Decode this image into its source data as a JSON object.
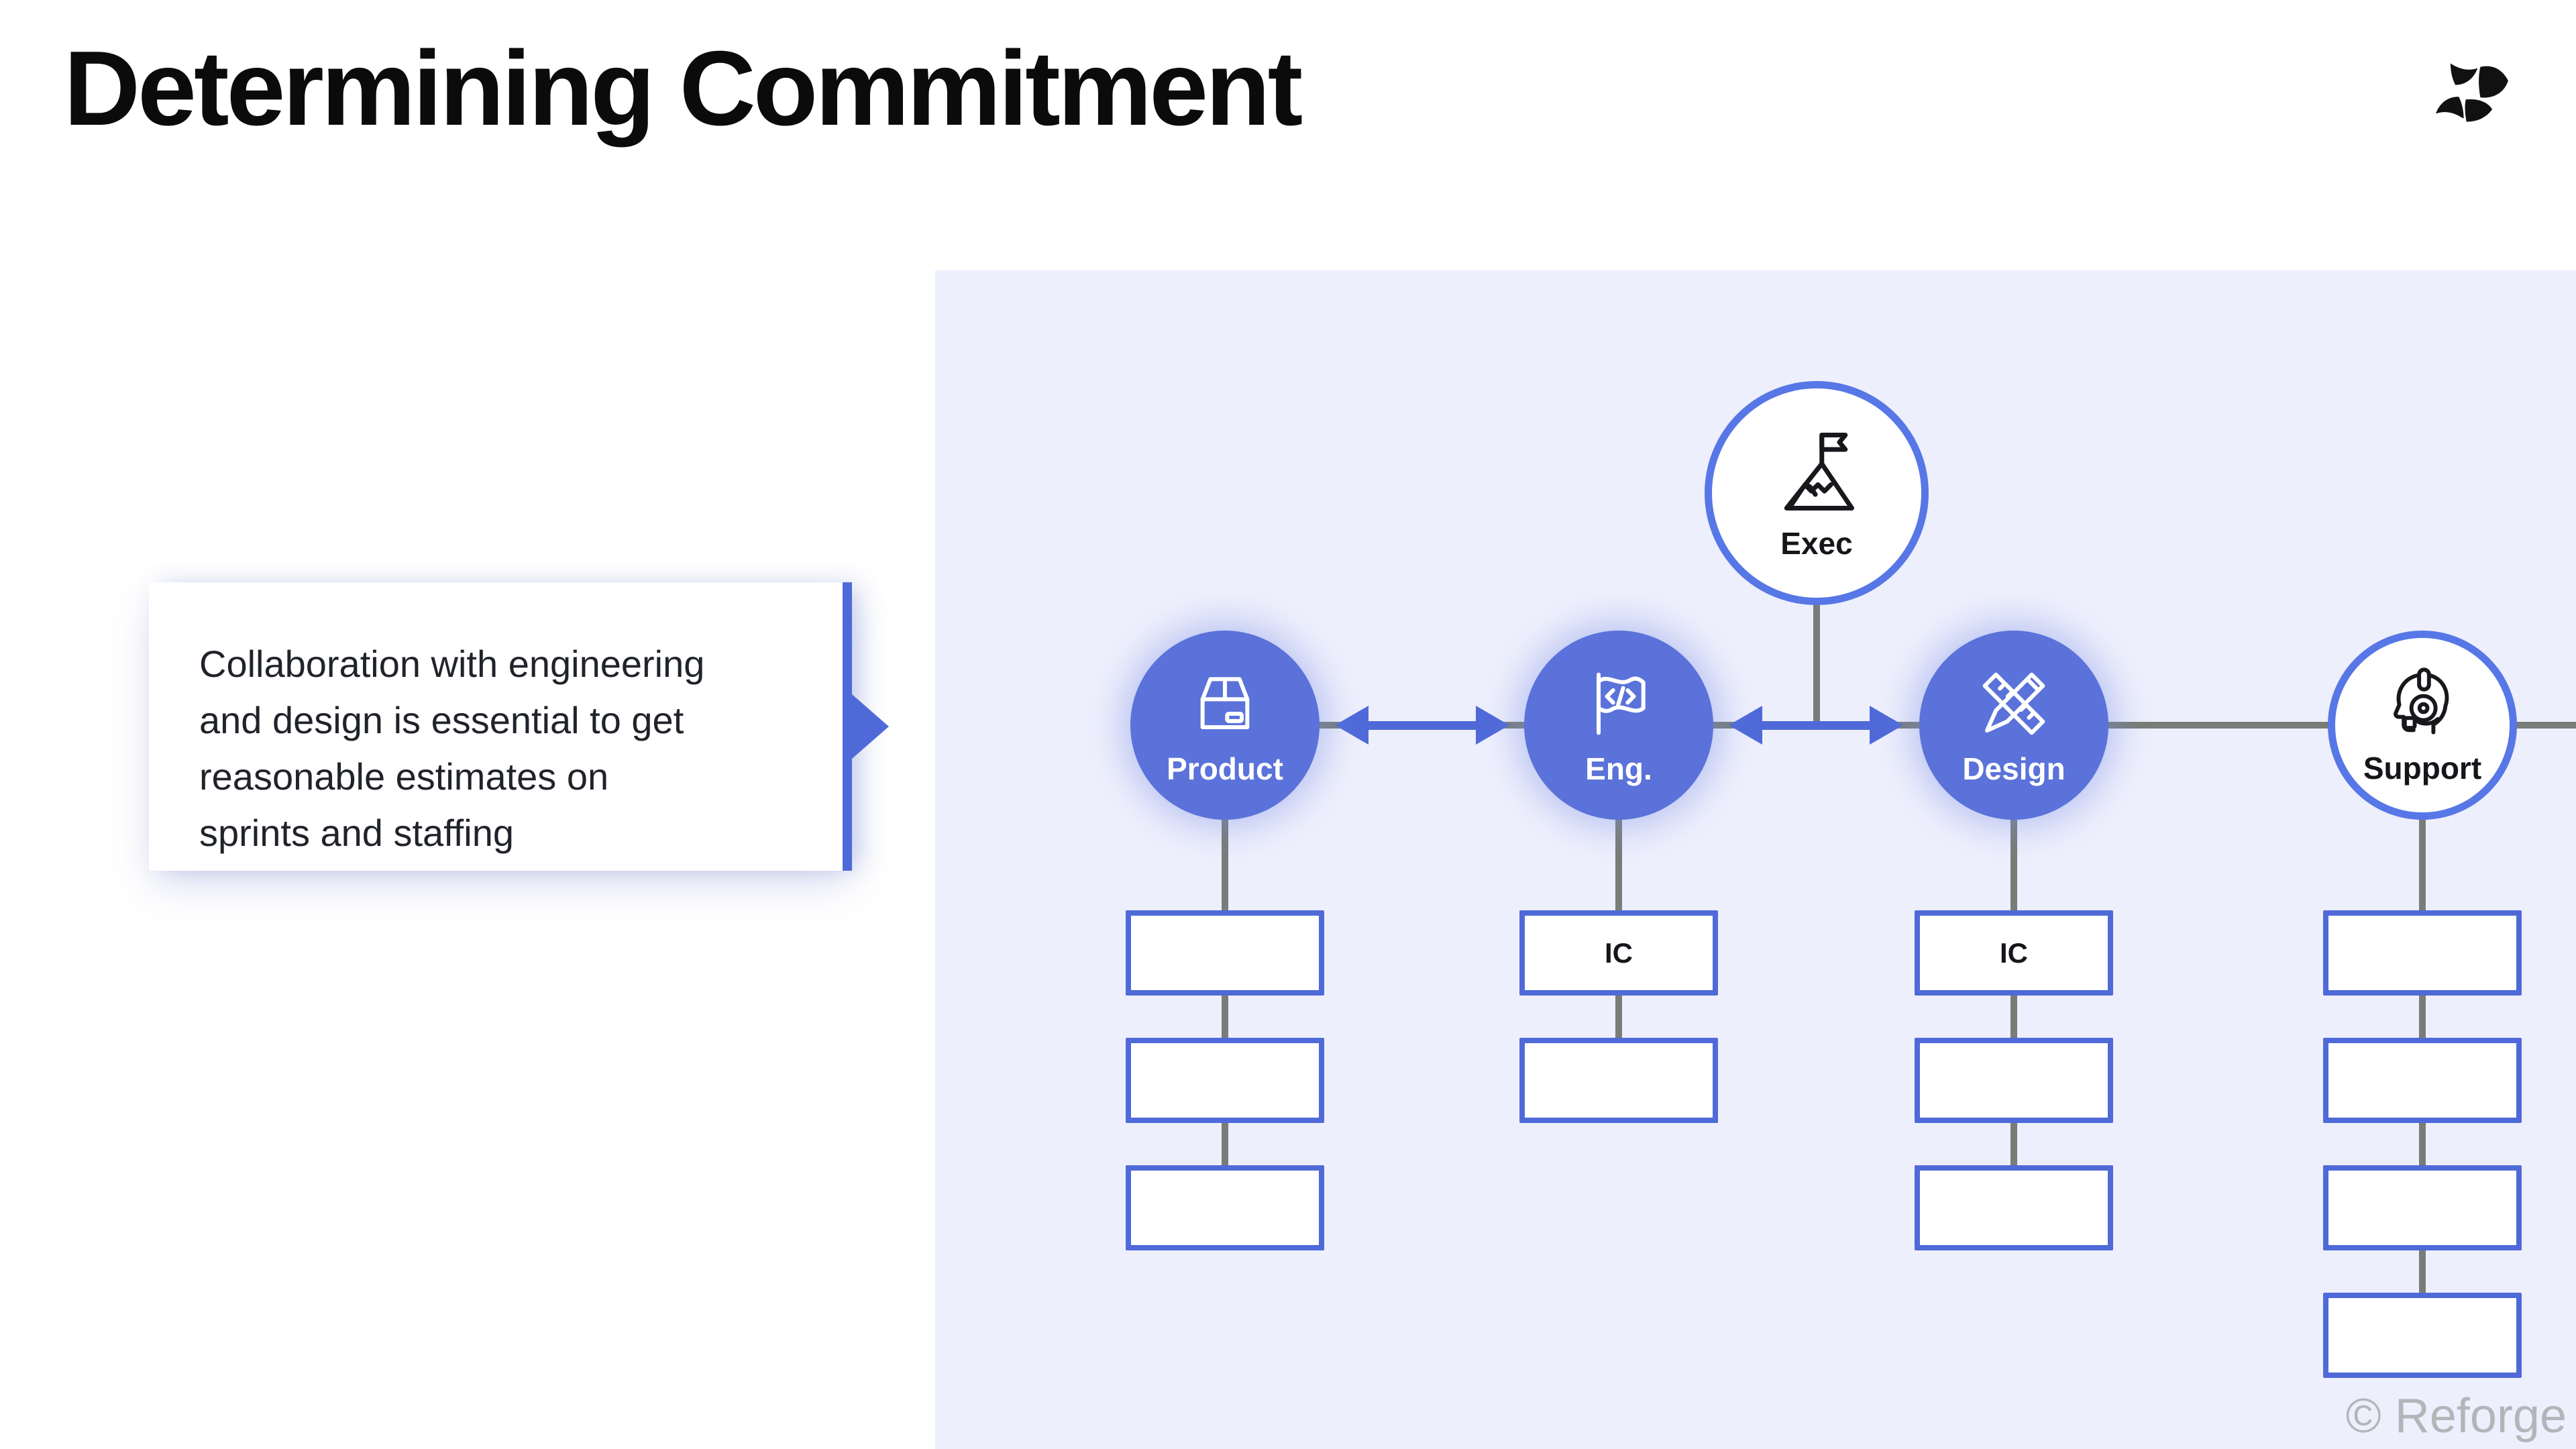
{
  "slide": {
    "title": "Determining Commitment",
    "watermark": "© Reforge"
  },
  "callout": {
    "text": "Collaboration with engineering\nand design is essential to get\nreasonable estimates on\nsprints and staffing"
  },
  "org_chart": {
    "exec": {
      "label": "Exec",
      "icon": "mountain-flag-icon"
    },
    "departments": [
      {
        "label": "Product",
        "icon": "package-icon",
        "style": "filled",
        "reports": [
          "",
          "",
          ""
        ]
      },
      {
        "label": "Eng.",
        "icon": "code-flag-icon",
        "style": "filled",
        "reports": [
          "IC",
          ""
        ]
      },
      {
        "label": "Design",
        "icon": "pencil-ruler-icon",
        "style": "filled",
        "reports": [
          "IC",
          "",
          ""
        ]
      },
      {
        "label": "Support",
        "icon": "headset-icon",
        "style": "outline",
        "reports": [
          "",
          "",
          "",
          ""
        ]
      }
    ],
    "arrows": [
      {
        "between": "Product-Eng",
        "type": "double"
      },
      {
        "between": "Eng-Design",
        "type": "double"
      }
    ]
  },
  "colors": {
    "accent_blue": "#4f6ad8",
    "node_fill_blue": "#5a72d9",
    "node_ring_blue": "#5777e6",
    "connector_gray": "#787d77",
    "panel_lavender": "#edeffc",
    "title_black": "#0b0b0c",
    "watermark_gray": "#b3b5b9"
  }
}
